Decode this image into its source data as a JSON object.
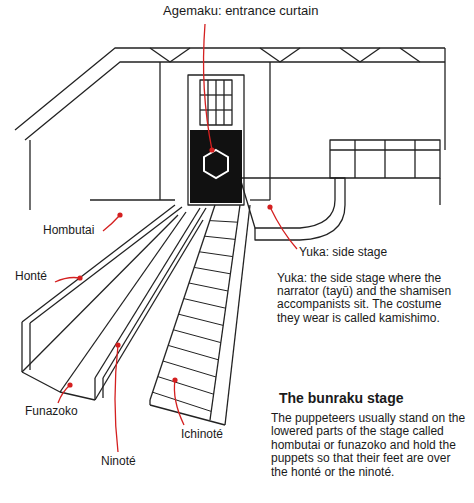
{
  "diagram": {
    "title": "The bunraku stage",
    "caption": "The puppeteers usually stand on the lowered parts of the stage called hombutai or funazoko and hold the puppets so that their feet are over the honté or the ninoté.",
    "labels": [
      "Agemaku: entrance curtain",
      "Hombutai",
      "Honté",
      "Yuka: side stage",
      "Yuka: the side stage where the narrator (tayū) and the shamisen accompanists sit. The costume they wear is called kamishimo.",
      "Funazoko",
      "Ninoté",
      "Ichinoté"
    ]
  }
}
